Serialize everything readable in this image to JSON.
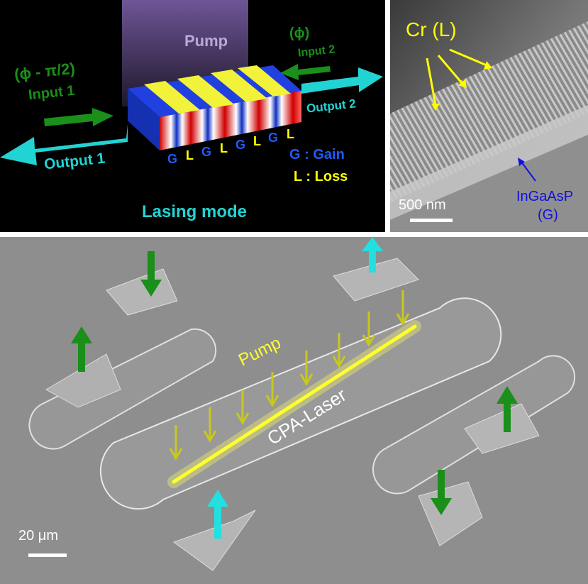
{
  "schematic": {
    "pump_label": "Pump",
    "input1_phase": "(ϕ - π/2)",
    "input1_label": "Input 1",
    "input2_phase": "(ϕ)",
    "input2_label": "Input 2",
    "output1_label": "Output 1",
    "output2_label": "Output 2",
    "gl_sequence": [
      "G",
      "L",
      "G",
      "L",
      "G",
      "L",
      "G",
      "L"
    ],
    "legend_gain": "G : Gain",
    "legend_loss": "L : Loss",
    "mode_label": "Lasing mode",
    "colors": {
      "gain": "#1f5bff",
      "loss": "#ffff00",
      "input": "#1a8f1a",
      "output": "#22d3d3",
      "pump": "#7a5fa8"
    }
  },
  "sem_top": {
    "cr_label": "Cr (L)",
    "ingaasp_label": "InGaAsP",
    "ingaasp_sub": "(G)",
    "scale_label": "500 nm"
  },
  "sem_main": {
    "pump_label": "Pump",
    "laser_label": "CPA-Laser",
    "scale_label": "20 μm",
    "colors": {
      "pump_arrow": "#c8c81e",
      "input_arrow": "#1a8f1a",
      "output_arrow": "#22e0e0"
    }
  }
}
